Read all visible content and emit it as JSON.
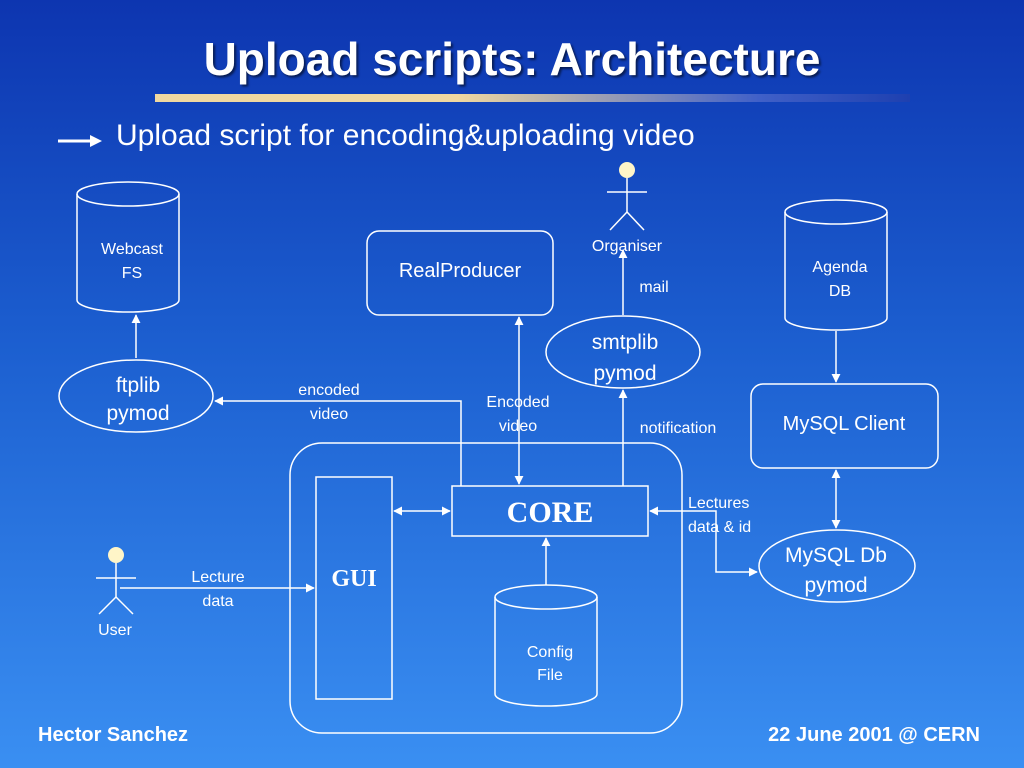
{
  "slide": {
    "title": "Upload scripts: Architecture",
    "bullet": "Upload script for encoding&uploading video"
  },
  "colors": {
    "background_top": "#0d35b0",
    "background_bottom": "#3a8ff2",
    "lines": "#ffffff"
  },
  "diagram": {
    "webcast_fs": {
      "line1": "Webcast",
      "line2": "FS"
    },
    "ftplib": {
      "line1": "ftplib",
      "line2": "pymod"
    },
    "realproducer": "RealProducer",
    "organiser": "Organiser",
    "mail": "mail",
    "smtplib": {
      "line1": "smtplib",
      "line2": "pymod"
    },
    "agenda_db": {
      "line1": "Agenda",
      "line2": "DB"
    },
    "mysql_client": "MySQL Client",
    "encoded_video_left": {
      "line1": "encoded",
      "line2": "video"
    },
    "encoded_video_center": {
      "line1": "Encoded",
      "line2": "video"
    },
    "notification": "notification",
    "core": "CORE",
    "gui": "GUI",
    "lectures_data": {
      "line1": "Lectures",
      "line2": "data & id"
    },
    "mysql_db": {
      "line1": "MySQL Db",
      "line2": "pymod"
    },
    "lecture_data": {
      "line1": "Lecture",
      "line2": "data"
    },
    "user": "User",
    "config_file": {
      "line1": "Config",
      "line2": "File"
    },
    "icons": [
      "actor-icon",
      "arrow-icon",
      "database-icon"
    ]
  },
  "footer": {
    "author": "Hector Sanchez",
    "date": "22 June 2001 @ CERN"
  }
}
